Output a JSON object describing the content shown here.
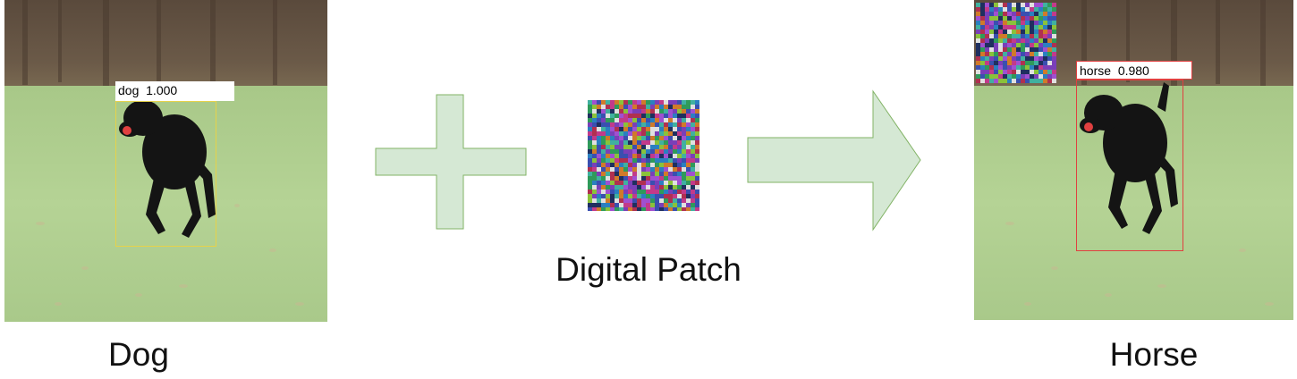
{
  "diagram": {
    "left_image": {
      "caption": "Dog",
      "detection": {
        "class": "dog",
        "score": "1.000",
        "box_color": "#e6d24a"
      }
    },
    "operator": {
      "shape": "plus",
      "fill": "#d5e8d4",
      "stroke": "#82b366"
    },
    "patch": {
      "caption": "Digital Patch"
    },
    "arrow": {
      "shape": "right-arrow",
      "fill": "#d5e8d4",
      "stroke": "#82b366"
    },
    "right_image": {
      "caption": "Horse",
      "detection": {
        "class": "horse",
        "score": "0.980",
        "box_color": "#e04040"
      }
    }
  }
}
